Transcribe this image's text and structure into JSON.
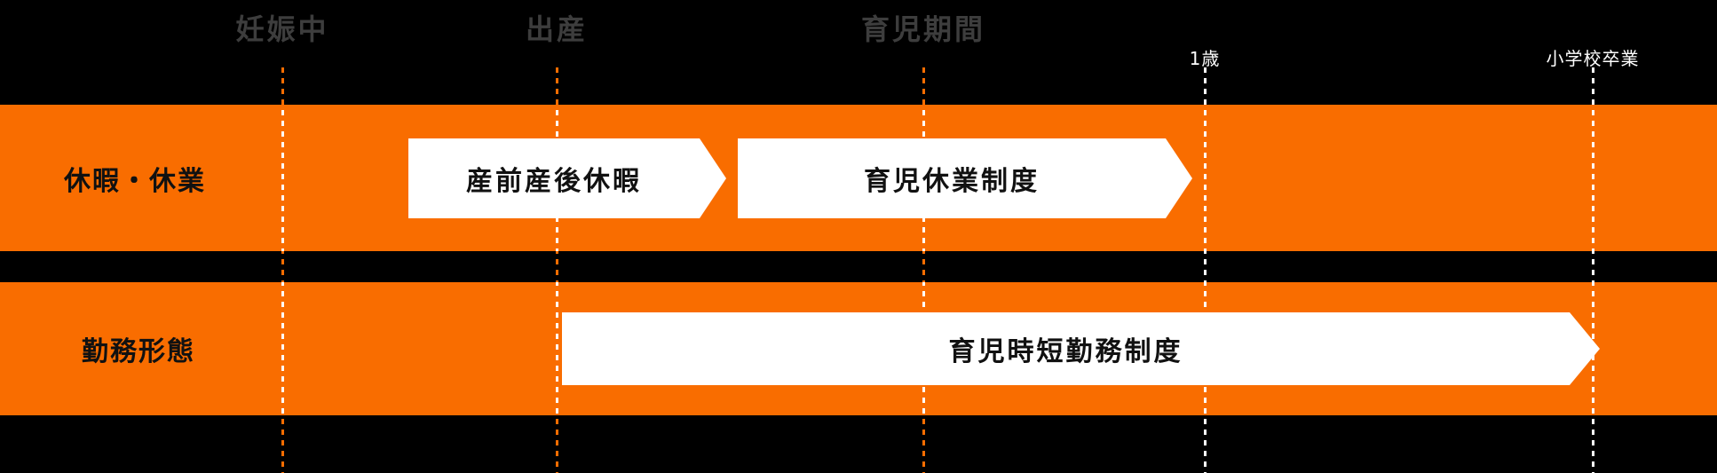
{
  "timeline": {
    "milestones_major": [
      {
        "label": "妊娠中"
      },
      {
        "label": "出産"
      },
      {
        "label": "育児期間"
      }
    ],
    "milestones_minor": [
      {
        "label": "1歳"
      },
      {
        "label": "小学校卒業"
      }
    ]
  },
  "rows": [
    {
      "label": "休暇・休業",
      "items": [
        {
          "label": "産前産後休暇"
        },
        {
          "label": "育児休業制度"
        }
      ]
    },
    {
      "label": "勤務形態",
      "items": [
        {
          "label": "育児時短勤務制度"
        }
      ]
    }
  ],
  "colors": {
    "background": "#000000",
    "band_orange": "#f96d00",
    "arrow_fill": "#ffffff",
    "major_milestone_text": "#3d3d3d",
    "minor_milestone_text": "#ffffff",
    "band_text": "#111111"
  }
}
